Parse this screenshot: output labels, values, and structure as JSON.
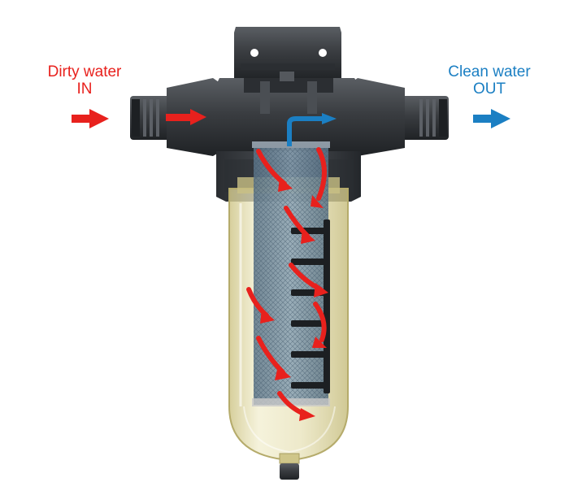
{
  "inlet": {
    "line1": "Dirty water",
    "line2": "IN",
    "color": "#e8211d"
  },
  "outlet": {
    "line1": "Clean water",
    "line2": "OUT",
    "color": "#1b7fc3"
  },
  "colors": {
    "housing": "#3a3d41",
    "housing_dark": "#23262a",
    "bowl": "#d9d29a",
    "mesh": "#6f8aa0",
    "flow": "#e8211d"
  }
}
